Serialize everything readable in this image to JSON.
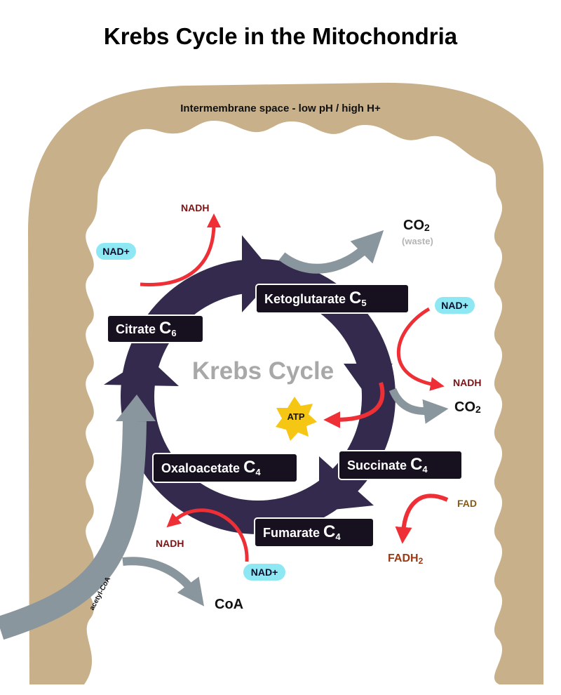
{
  "title": "Krebs Cycle in the Mitochondria",
  "membrane_label": "Intermembrane space - low pH / high H+",
  "center_label": "Krebs Cycle",
  "molecules": {
    "citrate": {
      "name": "Citrate",
      "c": "C",
      "n": "6"
    },
    "ketoglutarate": {
      "name": "Ketoglutarate",
      "c": "C",
      "n": "5"
    },
    "succinate": {
      "name": "Succinate",
      "c": "C",
      "n": "4"
    },
    "fumarate": {
      "name": "Fumarate",
      "c": "C",
      "n": "4"
    },
    "oxaloacetate": {
      "name": "Oxaloacetate",
      "c": "C",
      "n": "4"
    }
  },
  "labels": {
    "nad": "NAD+",
    "nadh": "NADH",
    "co2_main": "CO",
    "co2_sub": "2",
    "waste": "(waste)",
    "atp": "ATP",
    "fad": "FAD",
    "fadh_main": "FADH",
    "fadh_sub": "2",
    "coa": "CoA",
    "acetyl_coa": "acetyl-CoA"
  },
  "colors": {
    "membrane": "#c8b08a",
    "cycle": "#342a4d",
    "box": "#16101f",
    "red_arrow": "#ee2f36",
    "grey_arrow": "#8a969d",
    "pill": "#8ee8f4",
    "atp_star": "#f6c614",
    "nadh_text": "#7a1416",
    "fad_text": "#8a5a10",
    "fadh_text": "#9a3a14"
  }
}
